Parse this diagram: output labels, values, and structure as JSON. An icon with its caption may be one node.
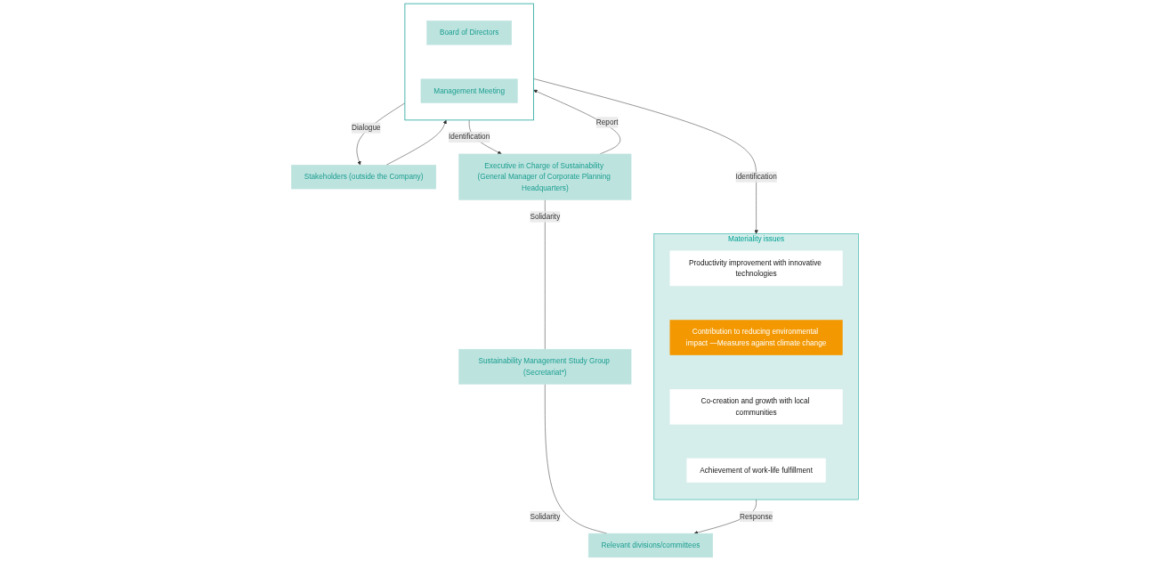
{
  "diagram": {
    "nodes": [
      {
        "text": [],
        "shape": "box"
      },
      {
        "text": [
          "Board of Directors"
        ],
        "in": 0
      },
      {
        "text": [
          "Management Meeting"
        ],
        "in": 0
      },
      {
        "text": [
          "Stakeholders (outside the Company)"
        ]
      },
      {
        "text": [
          "Materiality issues"
        ]
      },
      {
        "text": [
          "Productivity improvement with innovative technologies"
        ],
        "in": 4
      },
      {
        "text": [
          "Contribution to reducing environmental impact —Measures against climate change"
        ],
        "in": 4
      },
      {
        "text": [
          "Co-creation and growth with local communities"
        ],
        "in": 4
      },
      {
        "text": [
          "Achievement of work-life fulfillment"
        ],
        "in": 4
      },
      {
        "text": [
          "Executive in Charge of Sustainability (General Manager of Corporate Planning Headquarters)"
        ]
      },
      {
        "text": [
          "Sustainability Management Study Group (Secretariat*)"
        ]
      },
      {
        "text": [
          "Relevant divisions/committees"
        ]
      }
    ],
    "edges": [
      {
        "from": 0,
        "to": 3,
        "arrow": "to",
        "label": "Dialogue"
      },
      {
        "from": 3,
        "to": 0,
        "arrow": "to"
      },
      {
        "from": 0,
        "to": 4,
        "arrow": "to",
        "label": "Identification"
      },
      {
        "from": 0,
        "to": 9,
        "arrow": "to",
        "label": "Identification"
      },
      {
        "from": 9,
        "to": 0,
        "arrow": "to",
        "label": "Report"
      },
      {
        "from": 9,
        "to": 10,
        "arrow": "none",
        "label": "Solidarity"
      },
      {
        "from": 10,
        "to": 11,
        "arrow": "none",
        "label": "Solidarity"
      },
      {
        "from": 4,
        "to": 11,
        "arrow": "to",
        "label": "Response"
      }
    ]
  }
}
